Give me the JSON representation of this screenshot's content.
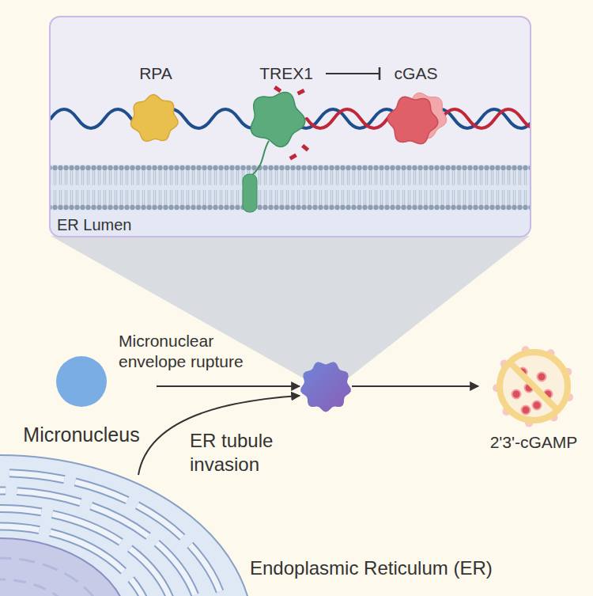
{
  "diagram": {
    "nodes": [
      {
        "text": [
          "ER Lumen"
        ]
      },
      {
        "text": [
          "RPA"
        ],
        "in": 0
      },
      {
        "text": [
          "TREX1"
        ],
        "in": 0
      },
      {
        "text": [
          "cGAS"
        ],
        "in": 0
      },
      {
        "text": [
          "Micronucleus"
        ]
      },
      {
        "text": []
      },
      {
        "text": [
          "2'3'-cGAMP"
        ]
      },
      {
        "text": [
          "Endoplasmic Reticulum (ER)"
        ]
      }
    ],
    "edges": [
      {
        "from": 2,
        "to": 3,
        "arrow": "to"
      },
      {
        "from": 4,
        "to": 5,
        "label": "Micronuclear envelope rupture",
        "arrow": "to"
      },
      {
        "from": 7,
        "to": 5,
        "label": "ER tubule invasion",
        "arrow": "to"
      },
      {
        "from": 5,
        "to": 6,
        "arrow": "to"
      }
    ]
  }
}
